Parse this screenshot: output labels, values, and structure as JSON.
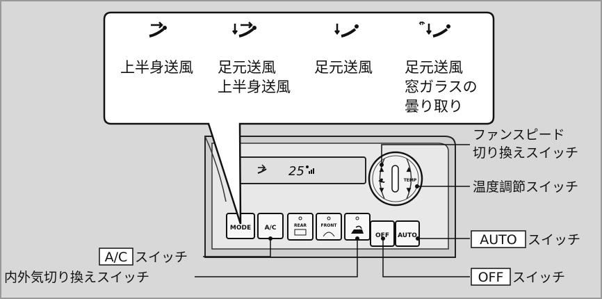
{
  "colors": {
    "background": "#d8d8d8",
    "callout_bg": "#ffffff",
    "panel": "#e8e8e8",
    "display": "#e0e0e0",
    "label_box": "#ffffff",
    "line": "#111111"
  },
  "modes": [
    {
      "icon": "face-vent-icon",
      "lines": [
        "上半身送風"
      ]
    },
    {
      "icon": "bilevel-vent-icon",
      "lines": [
        "足元送風",
        "上半身送風"
      ]
    },
    {
      "icon": "floor-vent-icon",
      "lines": [
        "足元送風"
      ]
    },
    {
      "icon": "floor-defrost-icon",
      "lines": [
        "足元送風",
        "窓ガラスの",
        "曇り取り"
      ]
    }
  ],
  "display": {
    "mode_icon": "face-vent-icon",
    "temperature": "25",
    "fan_icon": "fan-level-icon"
  },
  "buttons": {
    "mode": "MODE",
    "ac": "A/C",
    "rear": "REAR",
    "front": "FRONT",
    "off": "OFF",
    "auto": "AUTO",
    "temp": "TEMP"
  },
  "labels": {
    "fan_speed_line1": "ファンスピード",
    "fan_speed_line2": "切り換えスイッチ",
    "temp": "温度調節スイッチ",
    "auto_box": "AUTO",
    "auto_suffix": "スイッチ",
    "off_box": "OFF",
    "off_suffix": "スイッチ",
    "ac_box": "A/C",
    "ac_suffix": "スイッチ",
    "recirc": "内外気切り換えスイッチ"
  }
}
